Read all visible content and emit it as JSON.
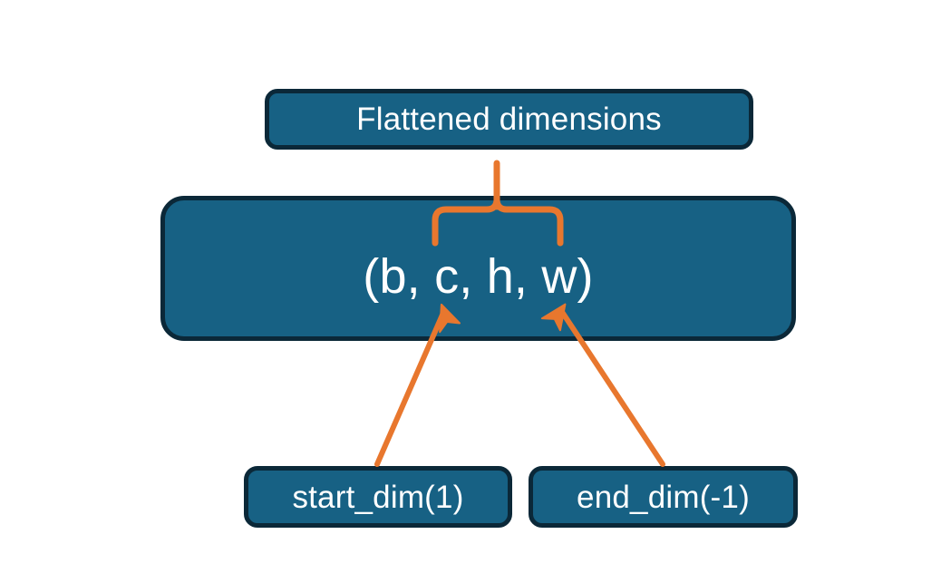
{
  "diagram": {
    "title_node": {
      "label": "Flattened dimensions"
    },
    "tensor_node": {
      "label": "(b, c, h, w)",
      "dims": [
        "b",
        "c",
        "h",
        "w"
      ]
    },
    "argument_nodes": [
      {
        "label": "start_dim(1)",
        "arg": "start_dim",
        "value": "1"
      },
      {
        "label": "end_dim(-1)",
        "arg": "end_dim",
        "value": "-1"
      }
    ],
    "connectors": [
      {
        "name": "brace-to-flattened",
        "kind": "curly-brace-with-pointer",
        "spans_dims": [
          "c",
          "h",
          "w"
        ],
        "points_to": "Flattened dimensions"
      },
      {
        "name": "start-dim-arrow",
        "kind": "arrow",
        "from": "start_dim(1)",
        "to": "c"
      },
      {
        "name": "end-dim-arrow",
        "kind": "arrow",
        "from": "end_dim(-1)",
        "to": "w"
      }
    ],
    "colors": {
      "node_fill": "#176184",
      "node_border": "#0b2838",
      "node_text": "#ffffff",
      "connector": "#e8772e",
      "background": "#ffffff"
    }
  }
}
